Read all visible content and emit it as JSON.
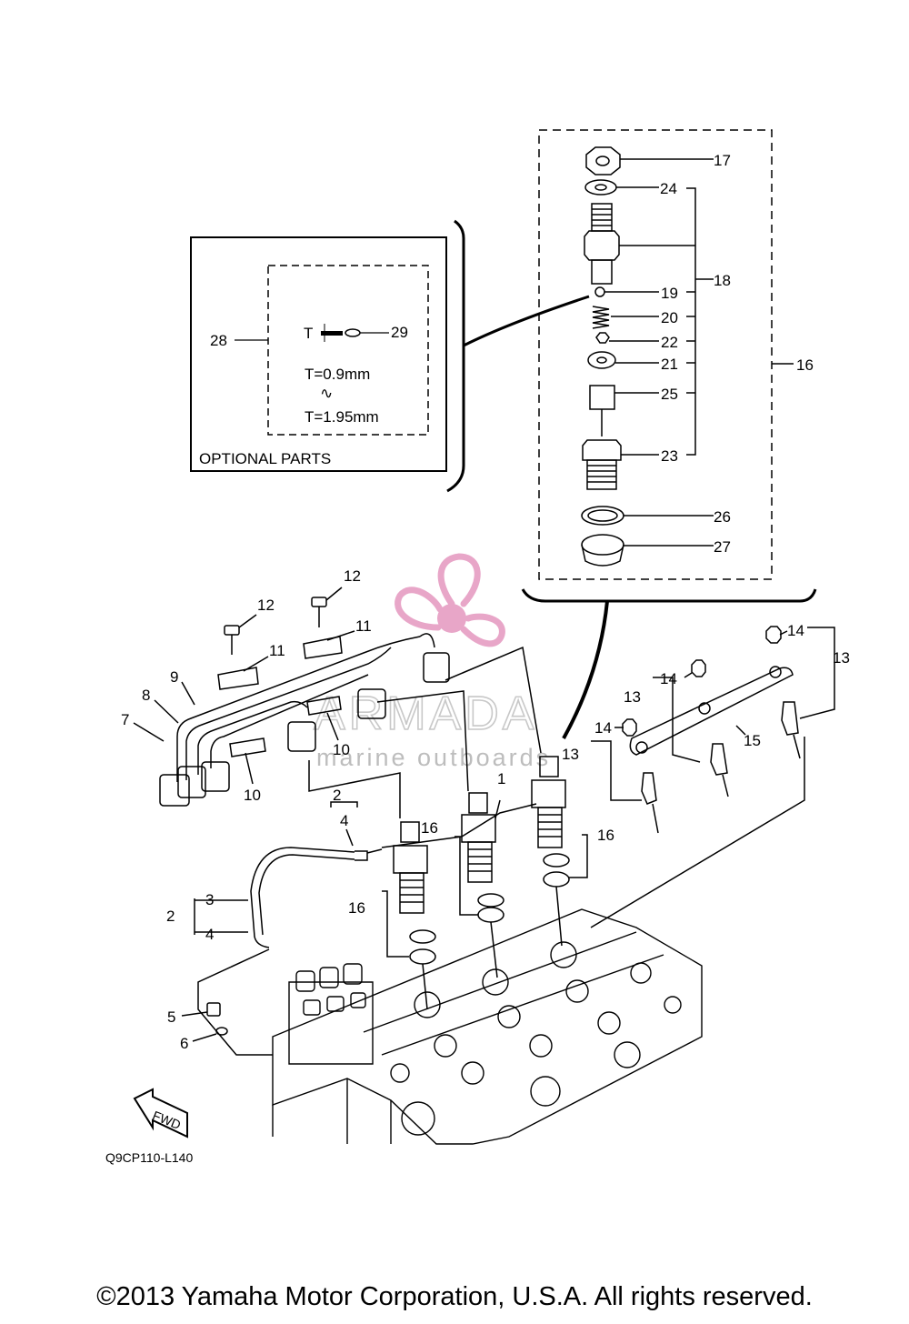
{
  "callouts": {
    "c1": "1",
    "c2": "2",
    "c3": "3",
    "c4": "4",
    "c5": "5",
    "c6": "6",
    "c7": "7",
    "c8": "8",
    "c9": "9",
    "c10": "10",
    "c11": "11",
    "c12": "12",
    "c13": "13",
    "c14": "14",
    "c15": "15",
    "c16": "16",
    "c17": "17",
    "c18": "18",
    "c19": "19",
    "c20": "20",
    "c21": "21",
    "c22": "22",
    "c23": "23",
    "c24": "24",
    "c25": "25",
    "c26": "26",
    "c27": "27",
    "c28": "28",
    "c29": "29"
  },
  "optional": {
    "title": "OPTIONAL PARTS",
    "t_symbol": "T",
    "t_min": "T=0.9mm",
    "range_mark": "∿",
    "t_max": "T=1.95mm"
  },
  "fwd_label": "FWD",
  "diagram_code": "Q9CP110-L140",
  "watermark": {
    "brand": "ARMADA",
    "tagline": "marine outboards",
    "logo_color": "#e8a6c8"
  },
  "copyright": "©2013 Yamaha Motor Corporation, U.S.A. All rights reserved."
}
